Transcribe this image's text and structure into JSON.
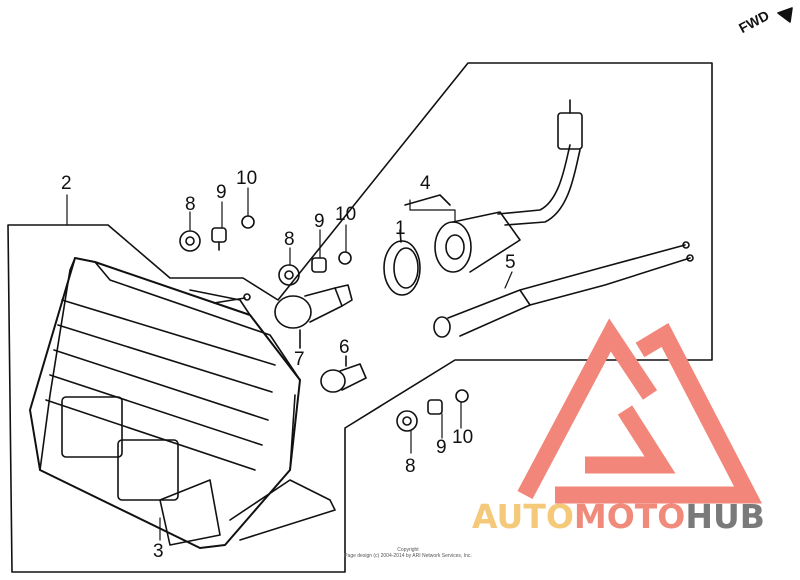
{
  "diagram": {
    "direction_label": "FWD",
    "callouts": {
      "c1": "1",
      "c2": "2",
      "c3": "3",
      "c4": "4",
      "c5": "5",
      "c6": "6",
      "c7": "7",
      "c8_top": "8",
      "c9_top": "9",
      "c10_top": "10",
      "c8_mid": "8",
      "c9_mid": "9",
      "c10_mid": "10",
      "c8_bot": "8",
      "c9_bot": "9",
      "c10_bot": "10"
    },
    "copyright_line1": "Copyright",
    "copyright_line2": "Page design (c) 2004-2014 by ARI Network Services, Inc."
  },
  "watermark": {
    "part1": "AUTO",
    "part2": "MOTO",
    "part3": "HUB",
    "color_light": "#f5c97a",
    "color_mid": "#f08a7a",
    "color_dark": "#7a7a7a",
    "logo_color": "#f2867a"
  }
}
